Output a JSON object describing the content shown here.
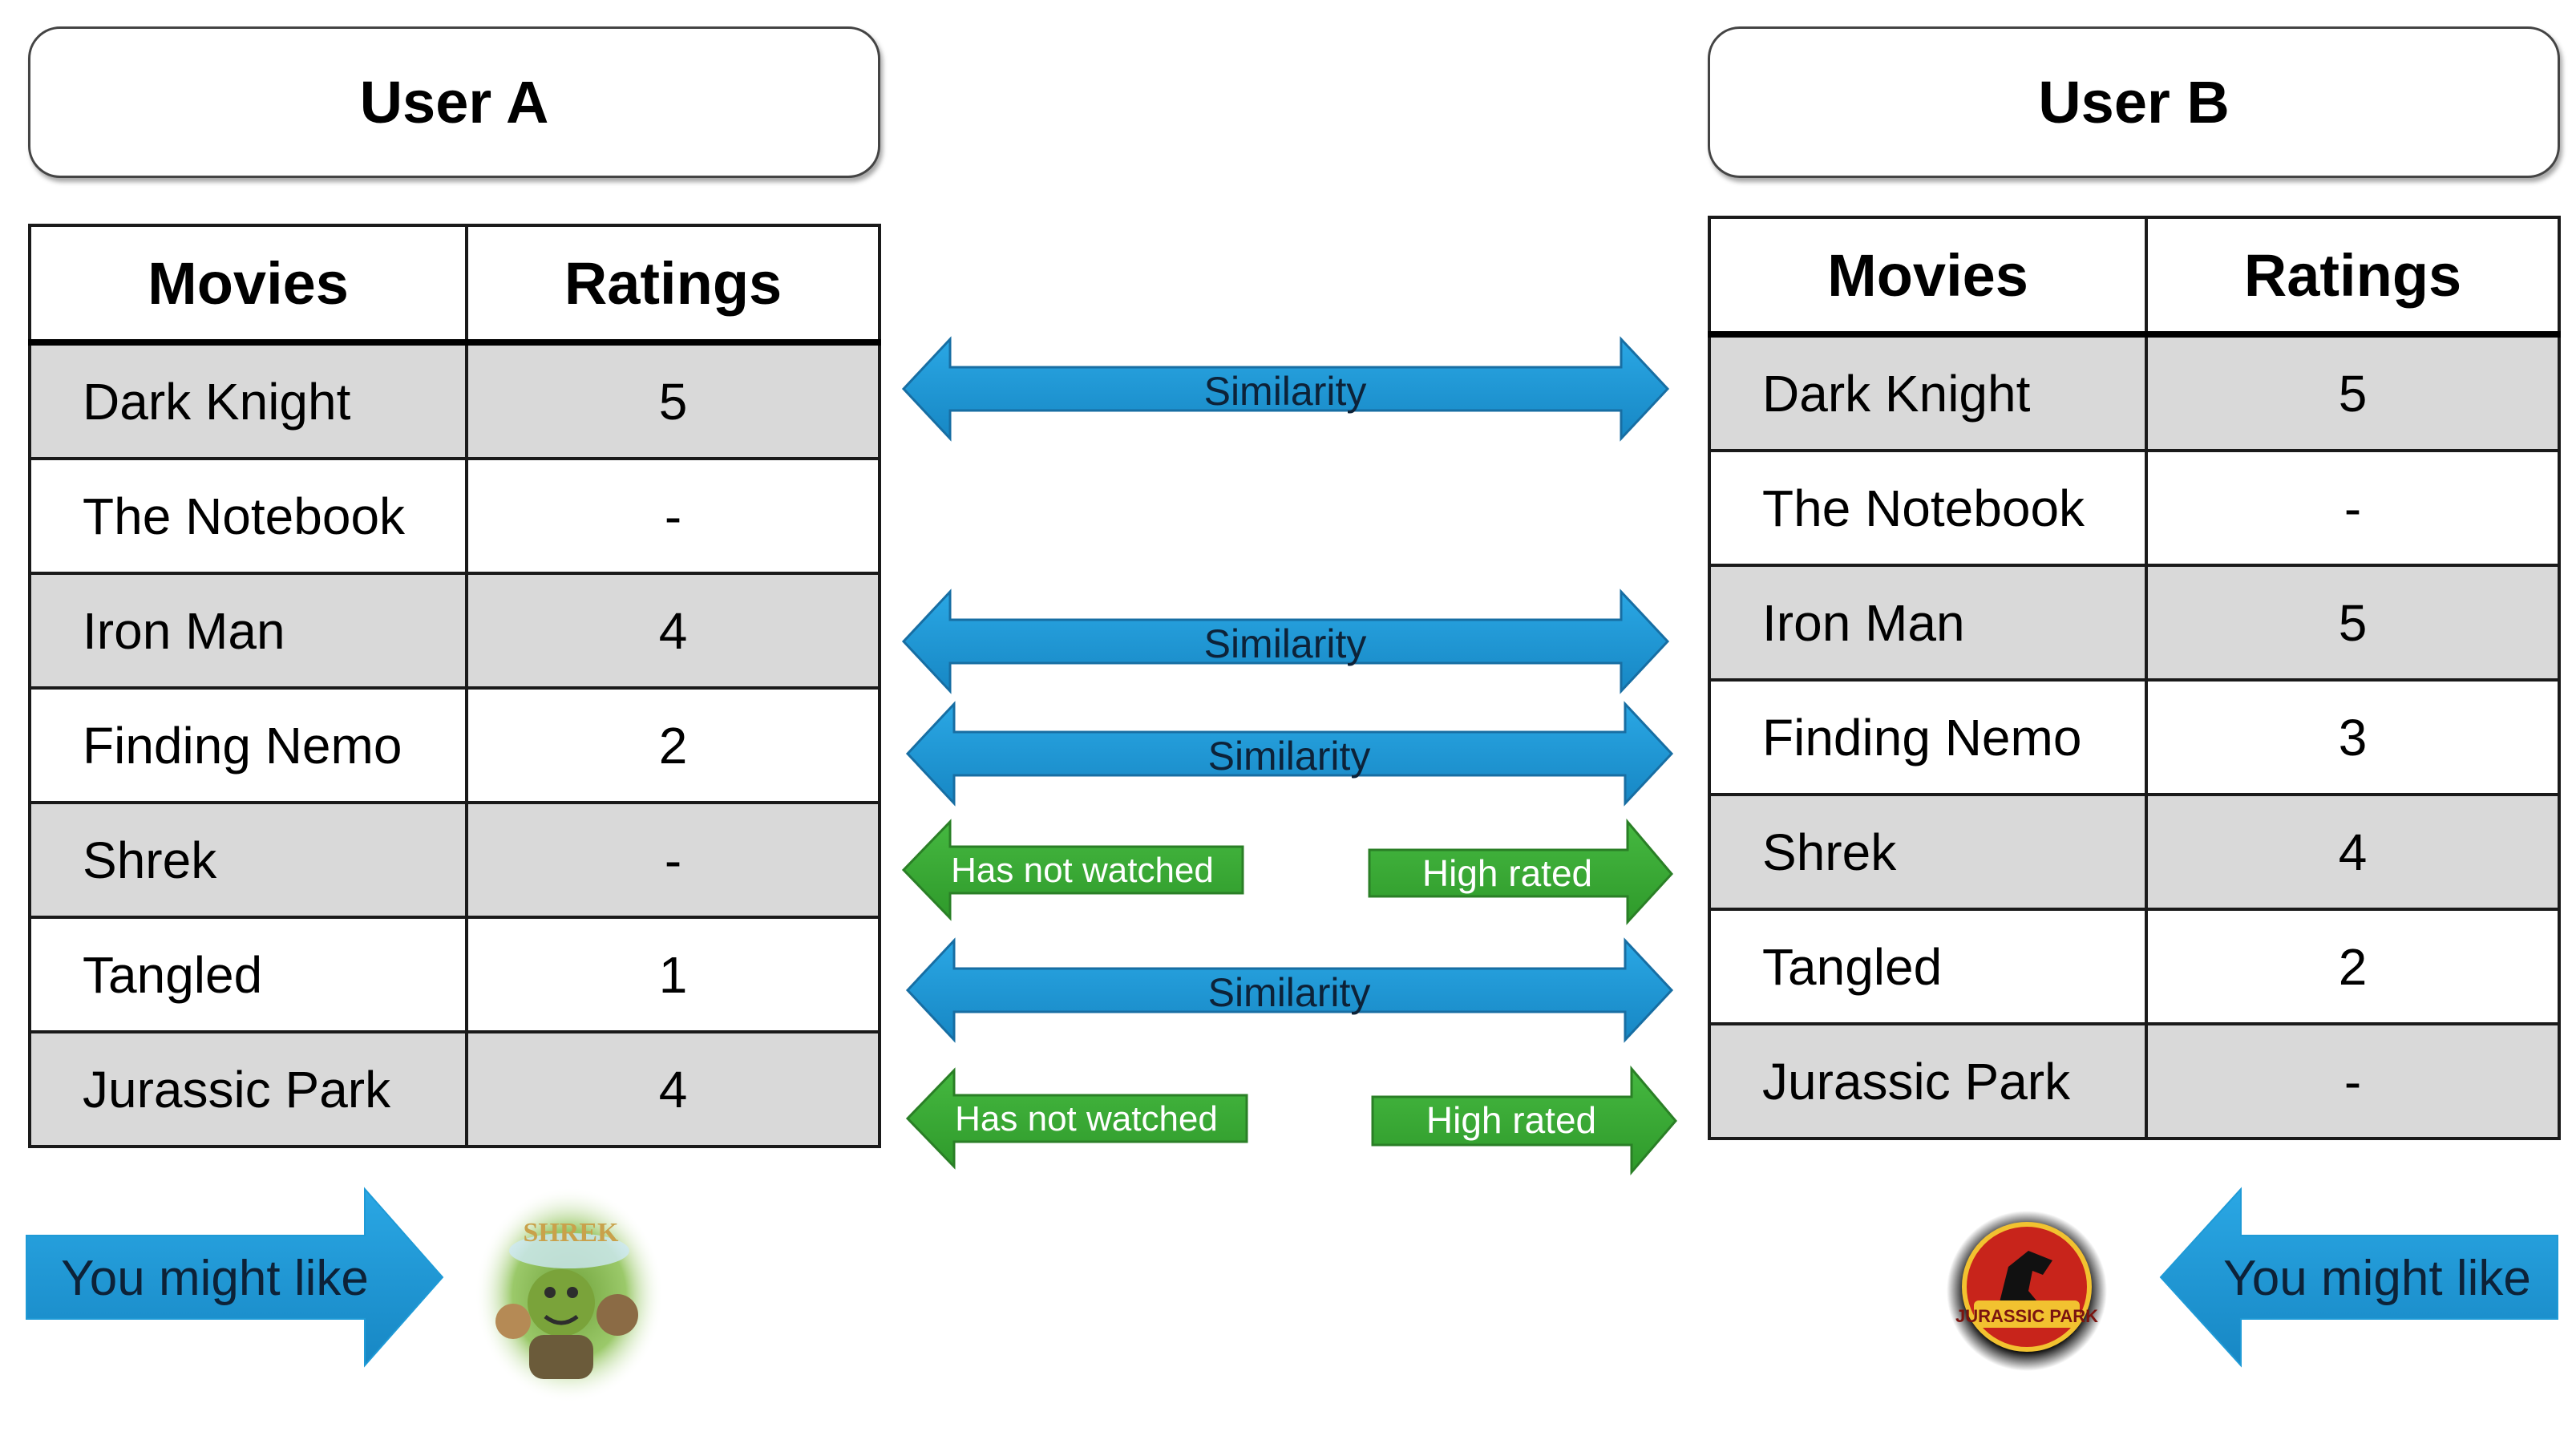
{
  "user_a": {
    "title": "User A",
    "headers": {
      "movies": "Movies",
      "ratings": "Ratings"
    },
    "rows": [
      {
        "movie": "Dark Knight",
        "rating": "5"
      },
      {
        "movie": "The Notebook",
        "rating": "-"
      },
      {
        "movie": "Iron Man",
        "rating": "4"
      },
      {
        "movie": "Finding Nemo",
        "rating": "2"
      },
      {
        "movie": "Shrek",
        "rating": "-"
      },
      {
        "movie": "Tangled",
        "rating": "1"
      },
      {
        "movie": "Jurassic Park",
        "rating": "4"
      }
    ],
    "recommendation_label": "You might like",
    "recommendation_logo_text": "SHREK"
  },
  "user_b": {
    "title": "User B",
    "headers": {
      "movies": "Movies",
      "ratings": "Ratings"
    },
    "rows": [
      {
        "movie": "Dark Knight",
        "rating": "5"
      },
      {
        "movie": "The Notebook",
        "rating": "-"
      },
      {
        "movie": "Iron Man",
        "rating": "5"
      },
      {
        "movie": "Finding Nemo",
        "rating": "3"
      },
      {
        "movie": "Shrek",
        "rating": "4"
      },
      {
        "movie": "Tangled",
        "rating": "2"
      },
      {
        "movie": "Jurassic Park",
        "rating": "-"
      }
    ],
    "recommendation_label": "You might like",
    "recommendation_logo_text": "JURASSIC PARK"
  },
  "connectors": {
    "similarity_label": "Similarity",
    "not_watched_label": "Has not watched",
    "high_rated_label": "High rated"
  },
  "colors": {
    "blue_arrow": "#1f9ad6",
    "blue_arrow_edge": "#176ea3",
    "green_arrow": "#3aaa35",
    "green_arrow_edge": "#2a7f26",
    "row_gray": "#d9d9d9"
  }
}
